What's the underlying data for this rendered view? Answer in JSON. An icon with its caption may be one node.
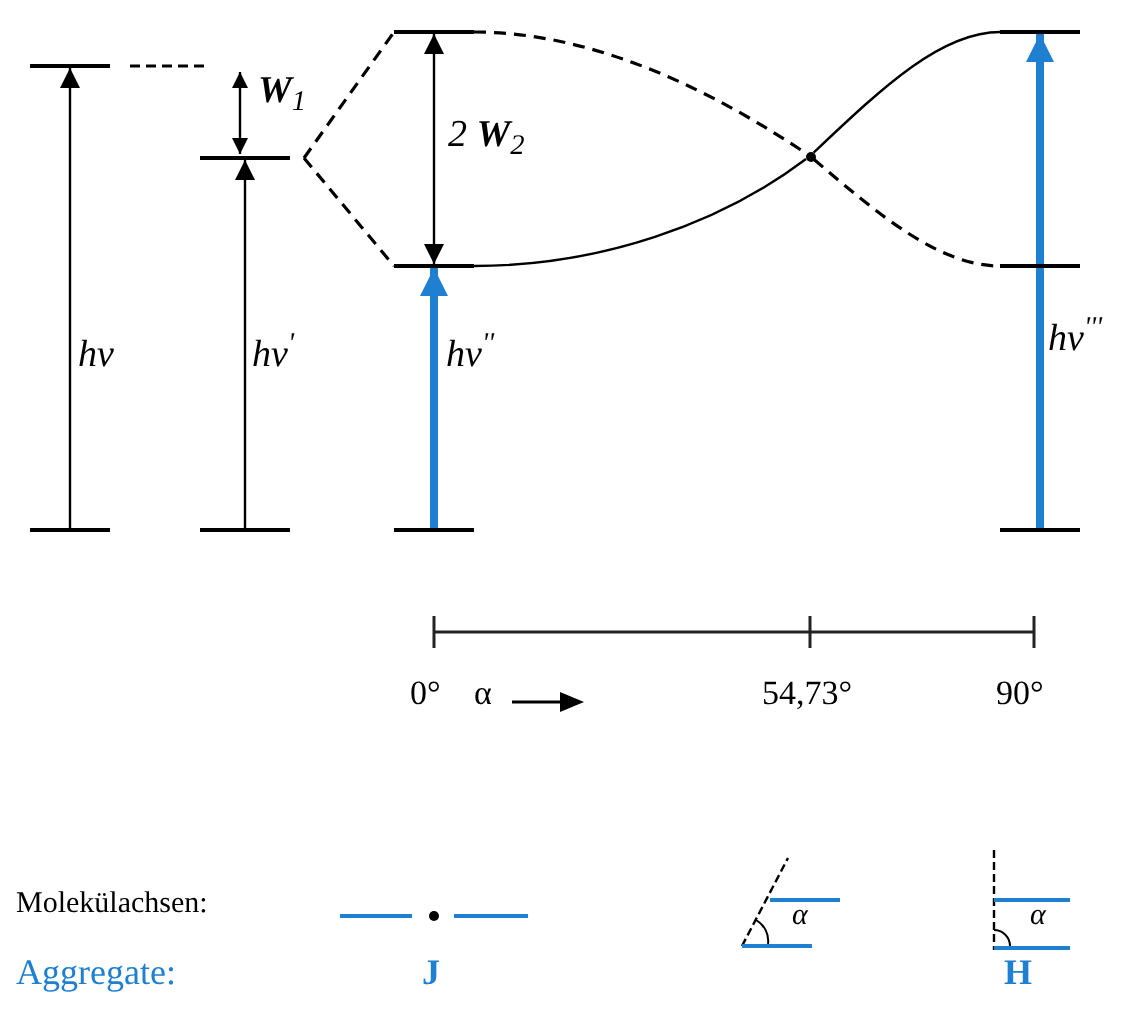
{
  "diagram": {
    "nodes": [
      {
        "text": [],
        "shape": "bar"
      },
      {
        "text": [],
        "shape": "bar"
      },
      {
        "text": [],
        "shape": "bar"
      },
      {
        "text": [],
        "shape": "bar"
      },
      {
        "text": [],
        "shape": "bar"
      },
      {
        "text": [],
        "shape": "bar"
      },
      {
        "text": [],
        "shape": "bar"
      },
      {
        "text": [],
        "shape": "bar"
      },
      {
        "text": [],
        "shape": "bar"
      },
      {
        "text": [],
        "shape": "bar"
      },
      {
        "text": [],
        "shape": "circle"
      }
    ],
    "edges": [
      {
        "from": 1,
        "to": 0,
        "arrow": "to",
        "label": "hν"
      },
      {
        "from": 3,
        "to": 2,
        "arrow": "to",
        "label": "hν$^{'}$"
      },
      {
        "from": 6,
        "to": 5,
        "arrow": "to",
        "label": "hν$^{''}$",
        "style": "thick",
        "color": "#1f7fd0"
      },
      {
        "from": 9,
        "to": 7,
        "arrow": "to",
        "label": "hν$^{'''}$",
        "style": "thick",
        "color": "#1f7fd0"
      },
      {
        "from": 2,
        "to": 4,
        "arrow": "none",
        "style": "dashed"
      },
      {
        "from": 2,
        "to": 5,
        "arrow": "none",
        "style": "dashed"
      },
      {
        "from": 5,
        "to": 10,
        "arrow": "none"
      },
      {
        "from": 10,
        "to": 7,
        "arrow": "none"
      },
      {
        "from": 4,
        "to": 10,
        "arrow": "none",
        "style": "dashed"
      },
      {
        "from": 10,
        "to": 8,
        "arrow": "none",
        "style": "dashed"
      },
      {
        "from": 4,
        "to": 5,
        "arrow": "both",
        "label": "2 **W**$_{2}$"
      }
    ],
    "labels": [
      "**W**$_{1}$",
      "0°",
      "α",
      "54,73°",
      "90°",
      "Molekülachsen:",
      "α",
      "α",
      "Aggregate:",
      "J",
      "H"
    ]
  }
}
